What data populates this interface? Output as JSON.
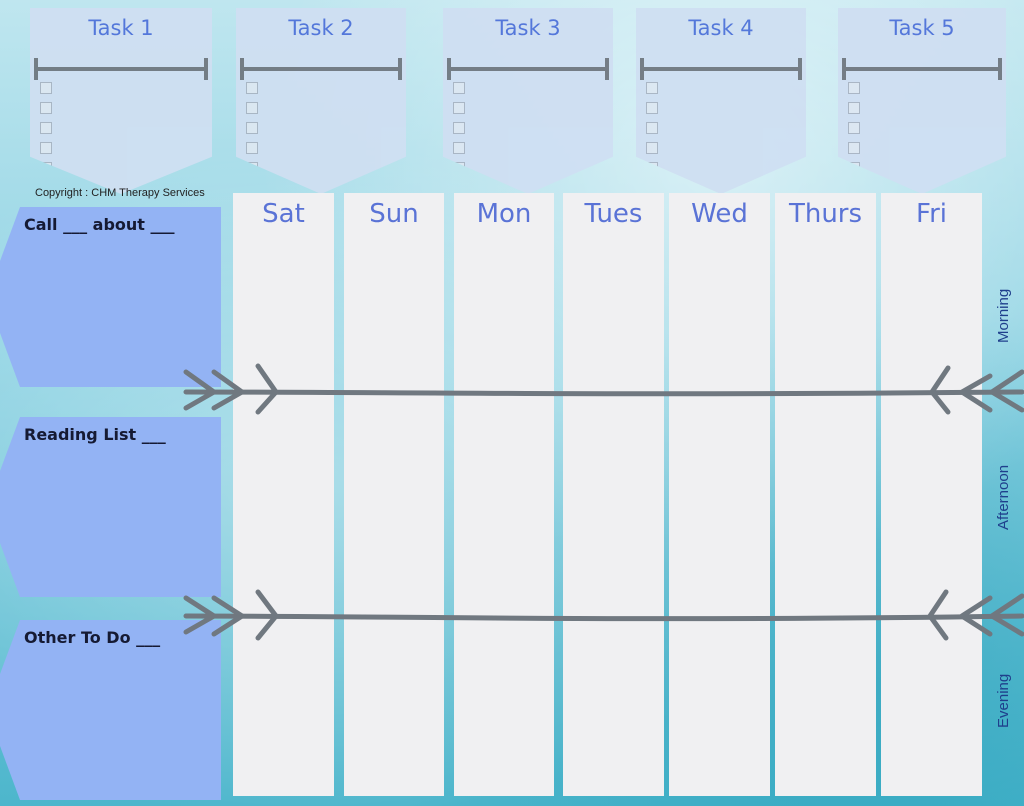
{
  "tasks": [
    {
      "title": "Task 1"
    },
    {
      "title": "Task 2"
    },
    {
      "title": "Task 3"
    },
    {
      "title": "Task 4"
    },
    {
      "title": "Task 5"
    }
  ],
  "copyright": "Copyright : CHM Therapy Services",
  "sidebar": [
    {
      "label": "Call ___ about ___"
    },
    {
      "label": "Reading List ___"
    },
    {
      "label": "Other To Do ___"
    }
  ],
  "days": [
    {
      "label": "Sat"
    },
    {
      "label": "Sun"
    },
    {
      "label": "Mon"
    },
    {
      "label": "Tues"
    },
    {
      "label": "Wed"
    },
    {
      "label": "Thurs"
    },
    {
      "label": "Fri"
    }
  ],
  "periods": [
    {
      "label": "Morning"
    },
    {
      "label": "Afternoon"
    },
    {
      "label": "Evening"
    }
  ],
  "colors": {
    "task_panel": "#cfdff2",
    "side_panel": "#93b3f4",
    "day_column": "#f0f0f2",
    "title_blue": "#5a73d6",
    "arrow_gray": "#707880"
  }
}
